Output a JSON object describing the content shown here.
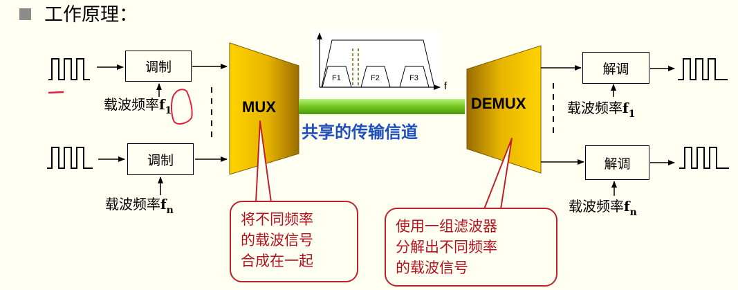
{
  "title": "工作原理：",
  "modulators": [
    {
      "label": "调制",
      "carrier": "载波频率",
      "sub": "1"
    },
    {
      "label": "调制",
      "carrier": "载波频率",
      "sub": "n"
    }
  ],
  "demodulators": [
    {
      "label": "解调",
      "carrier": "载波频率",
      "sub": "1"
    },
    {
      "label": "解调",
      "carrier": "载波频率",
      "sub": "n"
    }
  ],
  "f_letter": "f",
  "mux_label": "MUX",
  "demux_label": "DEMUX",
  "channel_label": "共享的传输信道",
  "spectrum": {
    "bands": [
      "F1",
      "F2",
      "F3"
    ],
    "axis_label": "f"
  },
  "callout_mux": [
    "将不同频率",
    "的载波信号",
    "合成在一起"
  ],
  "callout_demux": [
    "使用一组滤波器",
    "分解出不同频率",
    "的载波信号"
  ],
  "colors": {
    "background": "#fffff2",
    "mux_fill": "#f2c200",
    "channel": "#7ed321",
    "channel_text": "#1f4fbf",
    "callout": "#c0202a"
  }
}
